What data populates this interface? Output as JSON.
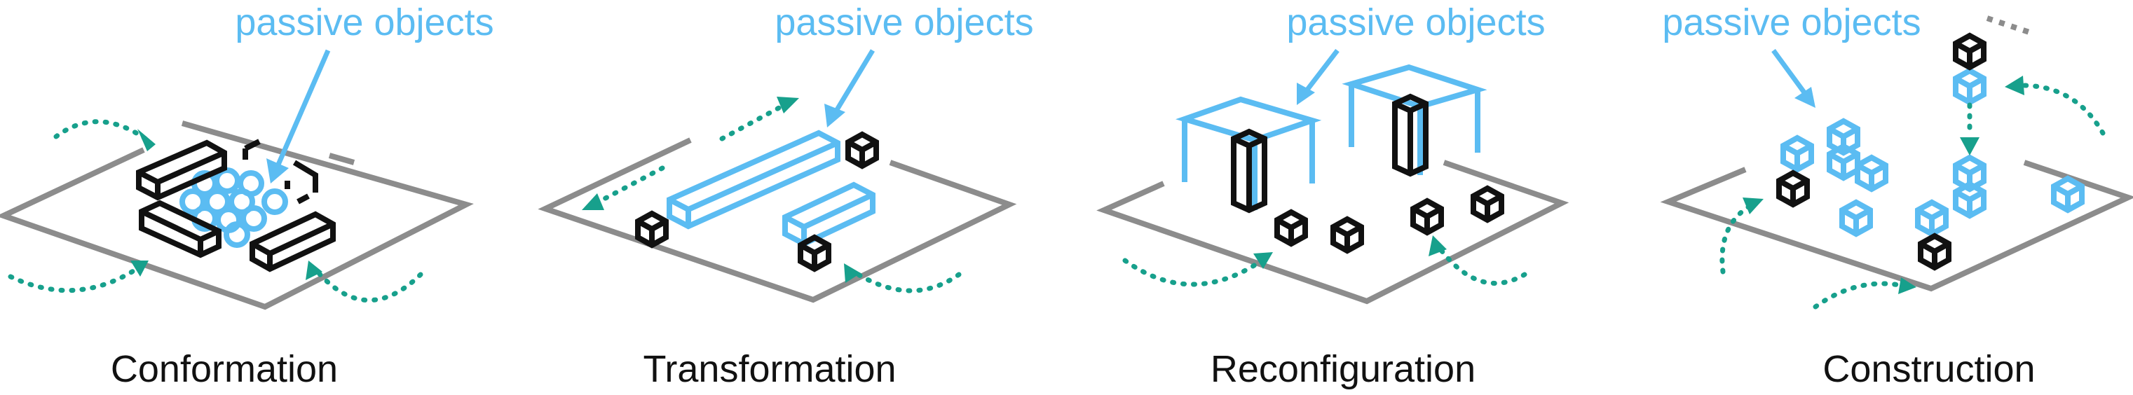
{
  "panels": [
    {
      "id": "conformation",
      "caption": "Conformation",
      "label": "passive objects"
    },
    {
      "id": "transformation",
      "caption": "Transformation",
      "label": "passive objects"
    },
    {
      "id": "reconfiguration",
      "caption": "Reconfiguration",
      "label": "passive objects"
    },
    {
      "id": "construction",
      "caption": "Construction",
      "label": "passive objects"
    }
  ],
  "colors": {
    "platform": "#8c8c8c",
    "robot": "#111111",
    "passive": "#5bbcf2",
    "motion": "#17a08c"
  }
}
